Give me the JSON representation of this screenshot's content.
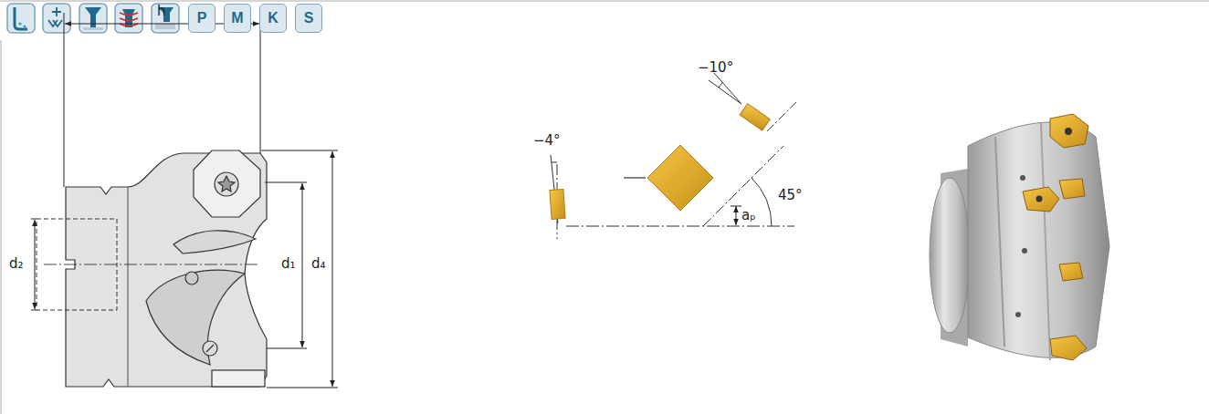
{
  "diagram": {
    "nodes": [
      {
        "text": [
          "P"
        ]
      },
      {
        "text": [
          "M"
        ]
      },
      {
        "text": [
          "K"
        ]
      },
      {
        "text": [
          "S"
        ]
      }
    ],
    "labels": [
      "h",
      "d₂",
      "d₁",
      "d₄",
      "−4°",
      "−10°",
      "45°",
      "aₚ"
    ]
  }
}
